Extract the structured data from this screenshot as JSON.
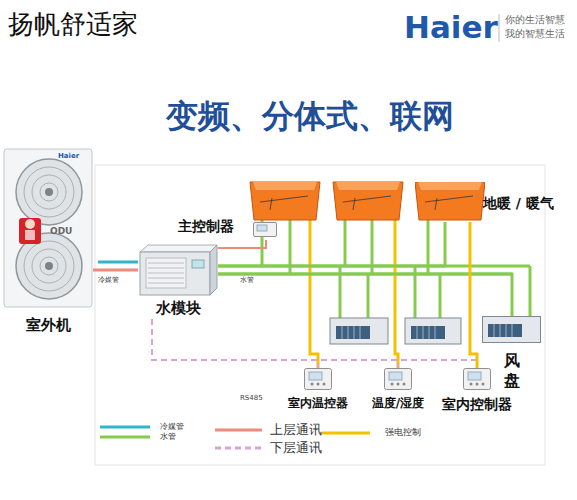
{
  "diagram": {
    "title": "变频、分体式、联网",
    "nodes": [
      {
        "text": [
          "室外机"
        ]
      },
      {
        "text": [
          "水模块"
        ]
      },
      {
        "text": [
          "主控制器"
        ]
      },
      {
        "text": [
          "地暖 / 暖气"
        ]
      },
      {
        "text": [
          "风 盘"
        ]
      },
      {
        "text": [
          "室内温控器"
        ]
      },
      {
        "text": [
          "温度/湿度"
        ]
      },
      {
        "text": [
          "室内控制器"
        ]
      }
    ],
    "edges": [
      {
        "from": 0,
        "to": 1,
        "label": "冷媒管",
        "arrow": "none"
      },
      {
        "from": 1,
        "to": 2,
        "arrow": "none"
      },
      {
        "from": 1,
        "to": 3,
        "label": "水管",
        "arrow": "none"
      },
      {
        "from": 1,
        "to": 4,
        "arrow": "none"
      },
      {
        "from": 1,
        "to": 5,
        "arrow": "none"
      },
      {
        "from": 1,
        "to": 6,
        "arrow": "none"
      },
      {
        "from": 1,
        "to": 7,
        "arrow": "none"
      },
      {
        "from": 3,
        "to": 7,
        "arrow": "none"
      }
    ],
    "labels": [
      "扬帆舒适家",
      "Haier",
      "你的生活智慧",
      "我的智慧生活",
      "Haier",
      "ODU",
      "RS485"
    ],
    "legend": [
      {
        "text": "冷媒管"
      },
      {
        "text": "水管"
      },
      {
        "text": "上层通讯"
      },
      {
        "text": "下层通讯"
      },
      {
        "text": "强电控制"
      }
    ]
  }
}
